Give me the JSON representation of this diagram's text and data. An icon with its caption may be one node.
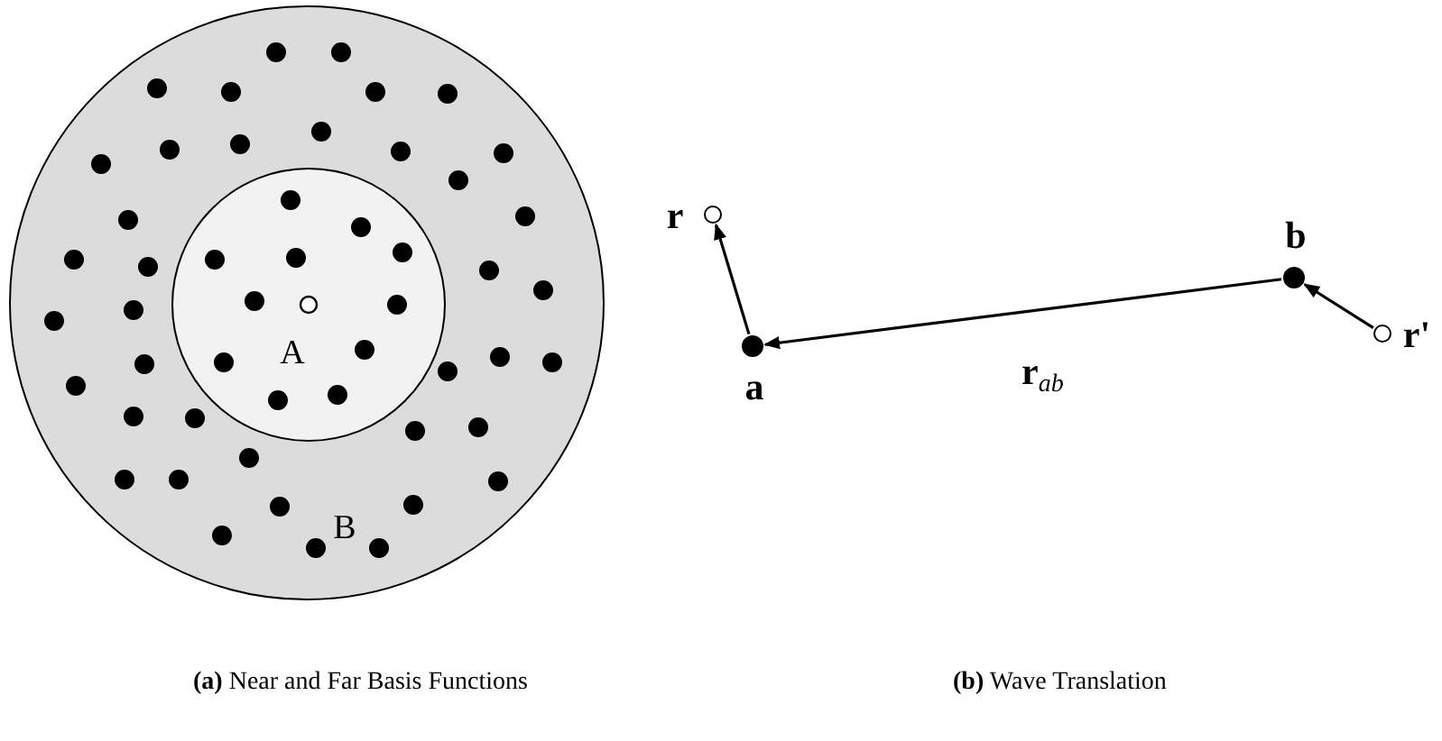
{
  "diagram": {
    "nodes": [
      {
        "text": [
          "B"
        ]
      },
      {
        "text": [
          "A"
        ],
        "in": 0
      },
      {
        "text": [
          "r"
        ]
      },
      {
        "text": [
          "b"
        ]
      },
      {
        "text": [
          "a"
        ]
      },
      {
        "text": [
          "**r**'"
        ]
      }
    ],
    "edges": [
      {
        "from": 4,
        "to": 2,
        "arrow": "to"
      },
      {
        "from": 3,
        "to": 4,
        "arrow": "to",
        "label": "**r**$_{ab}$"
      },
      {
        "from": 5,
        "to": 3,
        "arrow": "to"
      }
    ],
    "labels": [
      "**(a)** Near and Far Basis Functions",
      "**(b)** Wave Translation"
    ]
  }
}
